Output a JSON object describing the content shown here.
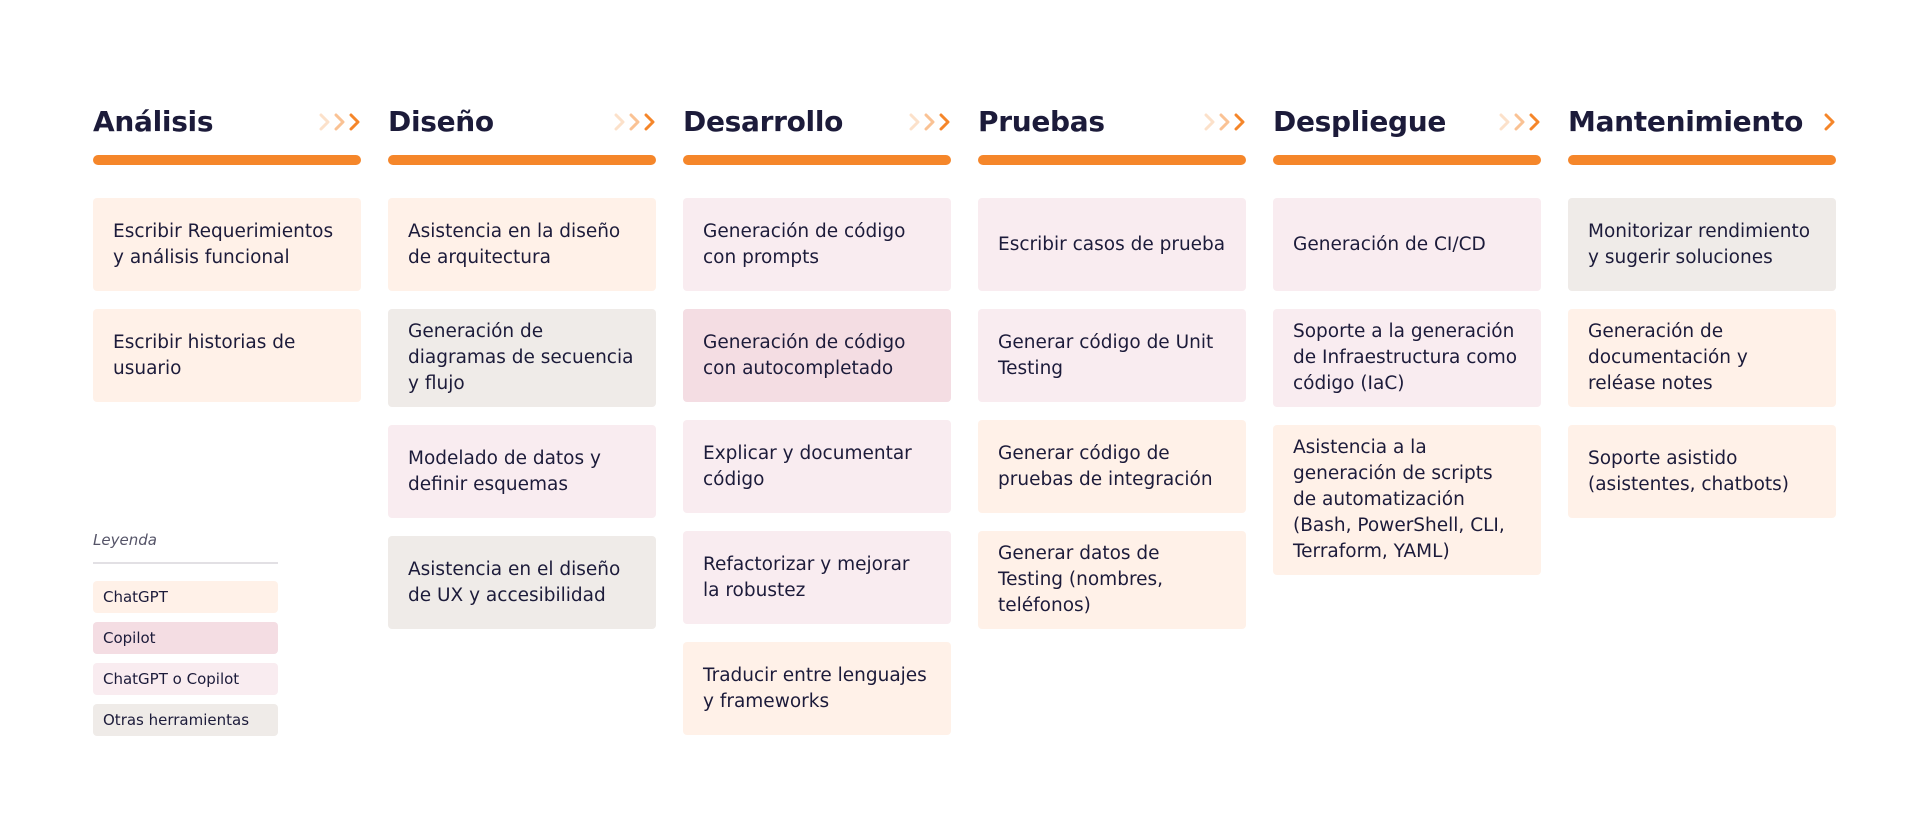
{
  "colors": {
    "accent": "#f5862a",
    "text": "#1c1b3a",
    "chatgpt": "#fff1e8",
    "copilot": "#f4dde3",
    "either": "#f9ecf0",
    "other": "#efebe8"
  },
  "columns": [
    {
      "title": "Análisis",
      "chevrons": 3,
      "cards": [
        {
          "text": "Escribir Requerimientos y análisis funcional",
          "tool": "chatgpt"
        },
        {
          "text": "Escribir historias de usuario",
          "tool": "chatgpt"
        }
      ]
    },
    {
      "title": "Diseño",
      "chevrons": 3,
      "cards": [
        {
          "text": "Asistencia en la diseño de arquitectura",
          "tool": "chatgpt"
        },
        {
          "text": "Generación de diagramas de secuencia y flujo",
          "tool": "other"
        },
        {
          "text": "Modelado de datos y definir esquemas",
          "tool": "either"
        },
        {
          "text": "Asistencia en el diseño de UX y accesibilidad",
          "tool": "other"
        }
      ]
    },
    {
      "title": "Desarrollo",
      "chevrons": 3,
      "cards": [
        {
          "text": "Generación de código con prompts",
          "tool": "either"
        },
        {
          "text": "Generación de código con autocompletado",
          "tool": "copilot"
        },
        {
          "text": "Explicar y documentar código",
          "tool": "either"
        },
        {
          "text": "Refactorizar y mejorar la robustez",
          "tool": "either"
        },
        {
          "text": "Traducir entre lenguajes y frameworks",
          "tool": "chatgpt"
        }
      ]
    },
    {
      "title": "Pruebas",
      "chevrons": 3,
      "cards": [
        {
          "text": "Escribir casos de prueba",
          "tool": "either"
        },
        {
          "text": "Generar código de Unit Testing",
          "tool": "either"
        },
        {
          "text": "Generar código de pruebas de integración",
          "tool": "chatgpt"
        },
        {
          "text": "Generar datos de Testing (nombres, teléfonos)",
          "tool": "chatgpt"
        }
      ]
    },
    {
      "title": "Despliegue",
      "chevrons": 3,
      "cards": [
        {
          "text": "Generación de CI/CD",
          "tool": "either"
        },
        {
          "text": "Soporte a la generación de Infraestructura como código (IaC)",
          "tool": "either"
        },
        {
          "text": "Asistencia a la generación de scripts de automatización (Bash, PowerShell, CLI, Terraform, YAML)",
          "tool": "chatgpt"
        }
      ]
    },
    {
      "title": "Mantenimiento",
      "chevrons": 1,
      "cards": [
        {
          "text": "Monitorizar rendimiento y sugerir soluciones",
          "tool": "other"
        },
        {
          "text": "Generación de documentación y reléase notes",
          "tool": "chatgpt"
        },
        {
          "text": "Soporte asistido (asistentes, chatbots)",
          "tool": "chatgpt"
        }
      ]
    }
  ],
  "legend": {
    "title": "Leyenda",
    "items": [
      {
        "label": "ChatGPT",
        "tool": "chatgpt"
      },
      {
        "label": "Copilot",
        "tool": "copilot"
      },
      {
        "label": "ChatGPT o Copilot",
        "tool": "either"
      },
      {
        "label": "Otras herramientas",
        "tool": "other"
      }
    ]
  }
}
